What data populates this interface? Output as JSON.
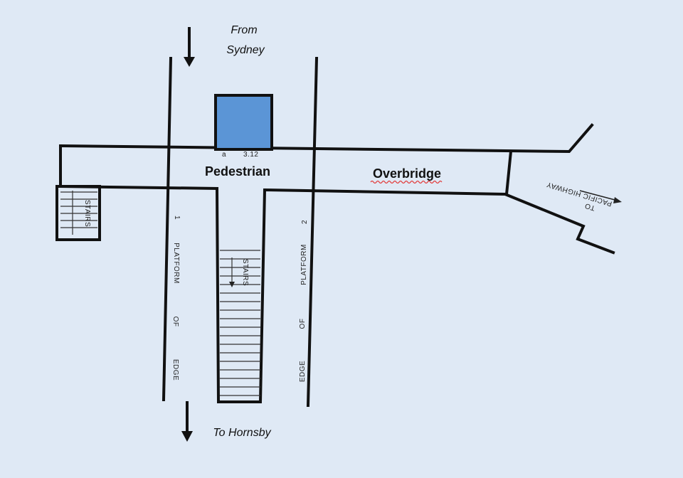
{
  "labels": {
    "from_line1": "From",
    "from_line2": "Sydney",
    "to_hornsby": "To Hornsby",
    "pedestrian": "Pedestrian",
    "overbridge": "Overbridge"
  },
  "drawing_text": {
    "stairs_left": "STAIRS",
    "stairs_center": "STAIRS",
    "platform1": [
      "EDGE",
      "OF",
      "PLATFORM",
      "1"
    ],
    "platform2": [
      "EDGE",
      "OF",
      "PLATFORM",
      "2"
    ],
    "highway": [
      "TO",
      "PACIFIC HIGHWAY"
    ]
  },
  "colors": {
    "background": "#dfe9f5",
    "highlight_box": "#5b95d6",
    "line": "#111111",
    "squiggle": "#e23b3b"
  }
}
